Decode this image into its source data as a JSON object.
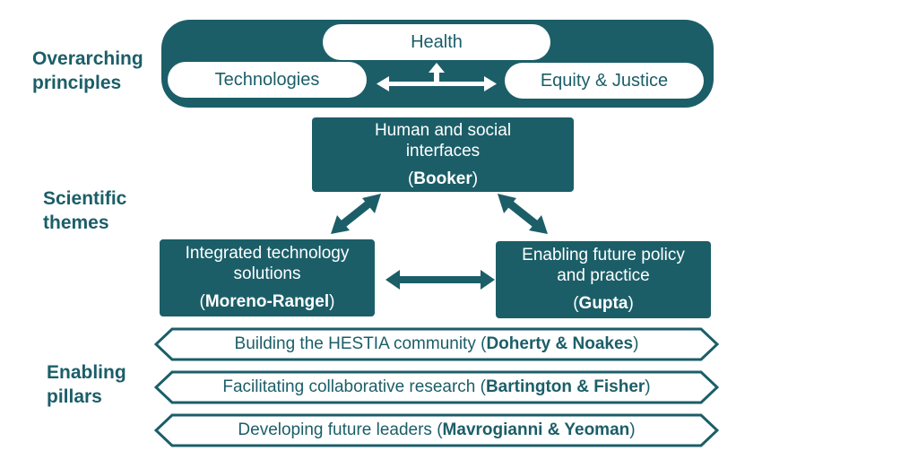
{
  "labels": {
    "overarching_l1": "Overarching",
    "overarching_l2": "principles",
    "scientific_l1": "Scientific",
    "scientific_l2": "themes",
    "enabling_l1": "Enabling",
    "enabling_l2": "pillars"
  },
  "principles": {
    "health": "Health",
    "technologies": "Technologies",
    "equity": "Equity & Justice"
  },
  "themes": {
    "human": {
      "title_l1": "Human and social",
      "title_l2": "interfaces",
      "lead": "Booker"
    },
    "tech": {
      "title_l1": "Integrated technology",
      "title_l2": "solutions",
      "lead": "Moreno-Rangel"
    },
    "policy": {
      "title_l1": "Enabling future policy",
      "title_l2": "and practice",
      "lead": "Gupta"
    }
  },
  "pillars": [
    {
      "text": "Building the HESTIA community (",
      "lead": "Doherty & Noakes",
      "close": ")"
    },
    {
      "text": "Facilitating collaborative research (",
      "lead": "Bartington & Fisher",
      "close": ")"
    },
    {
      "text": "Developing future leaders (",
      "lead": "Mavrogianni & Yeoman",
      "close": ")"
    }
  ],
  "colors": {
    "primary": "#1b5e68",
    "background": "#ffffff"
  }
}
